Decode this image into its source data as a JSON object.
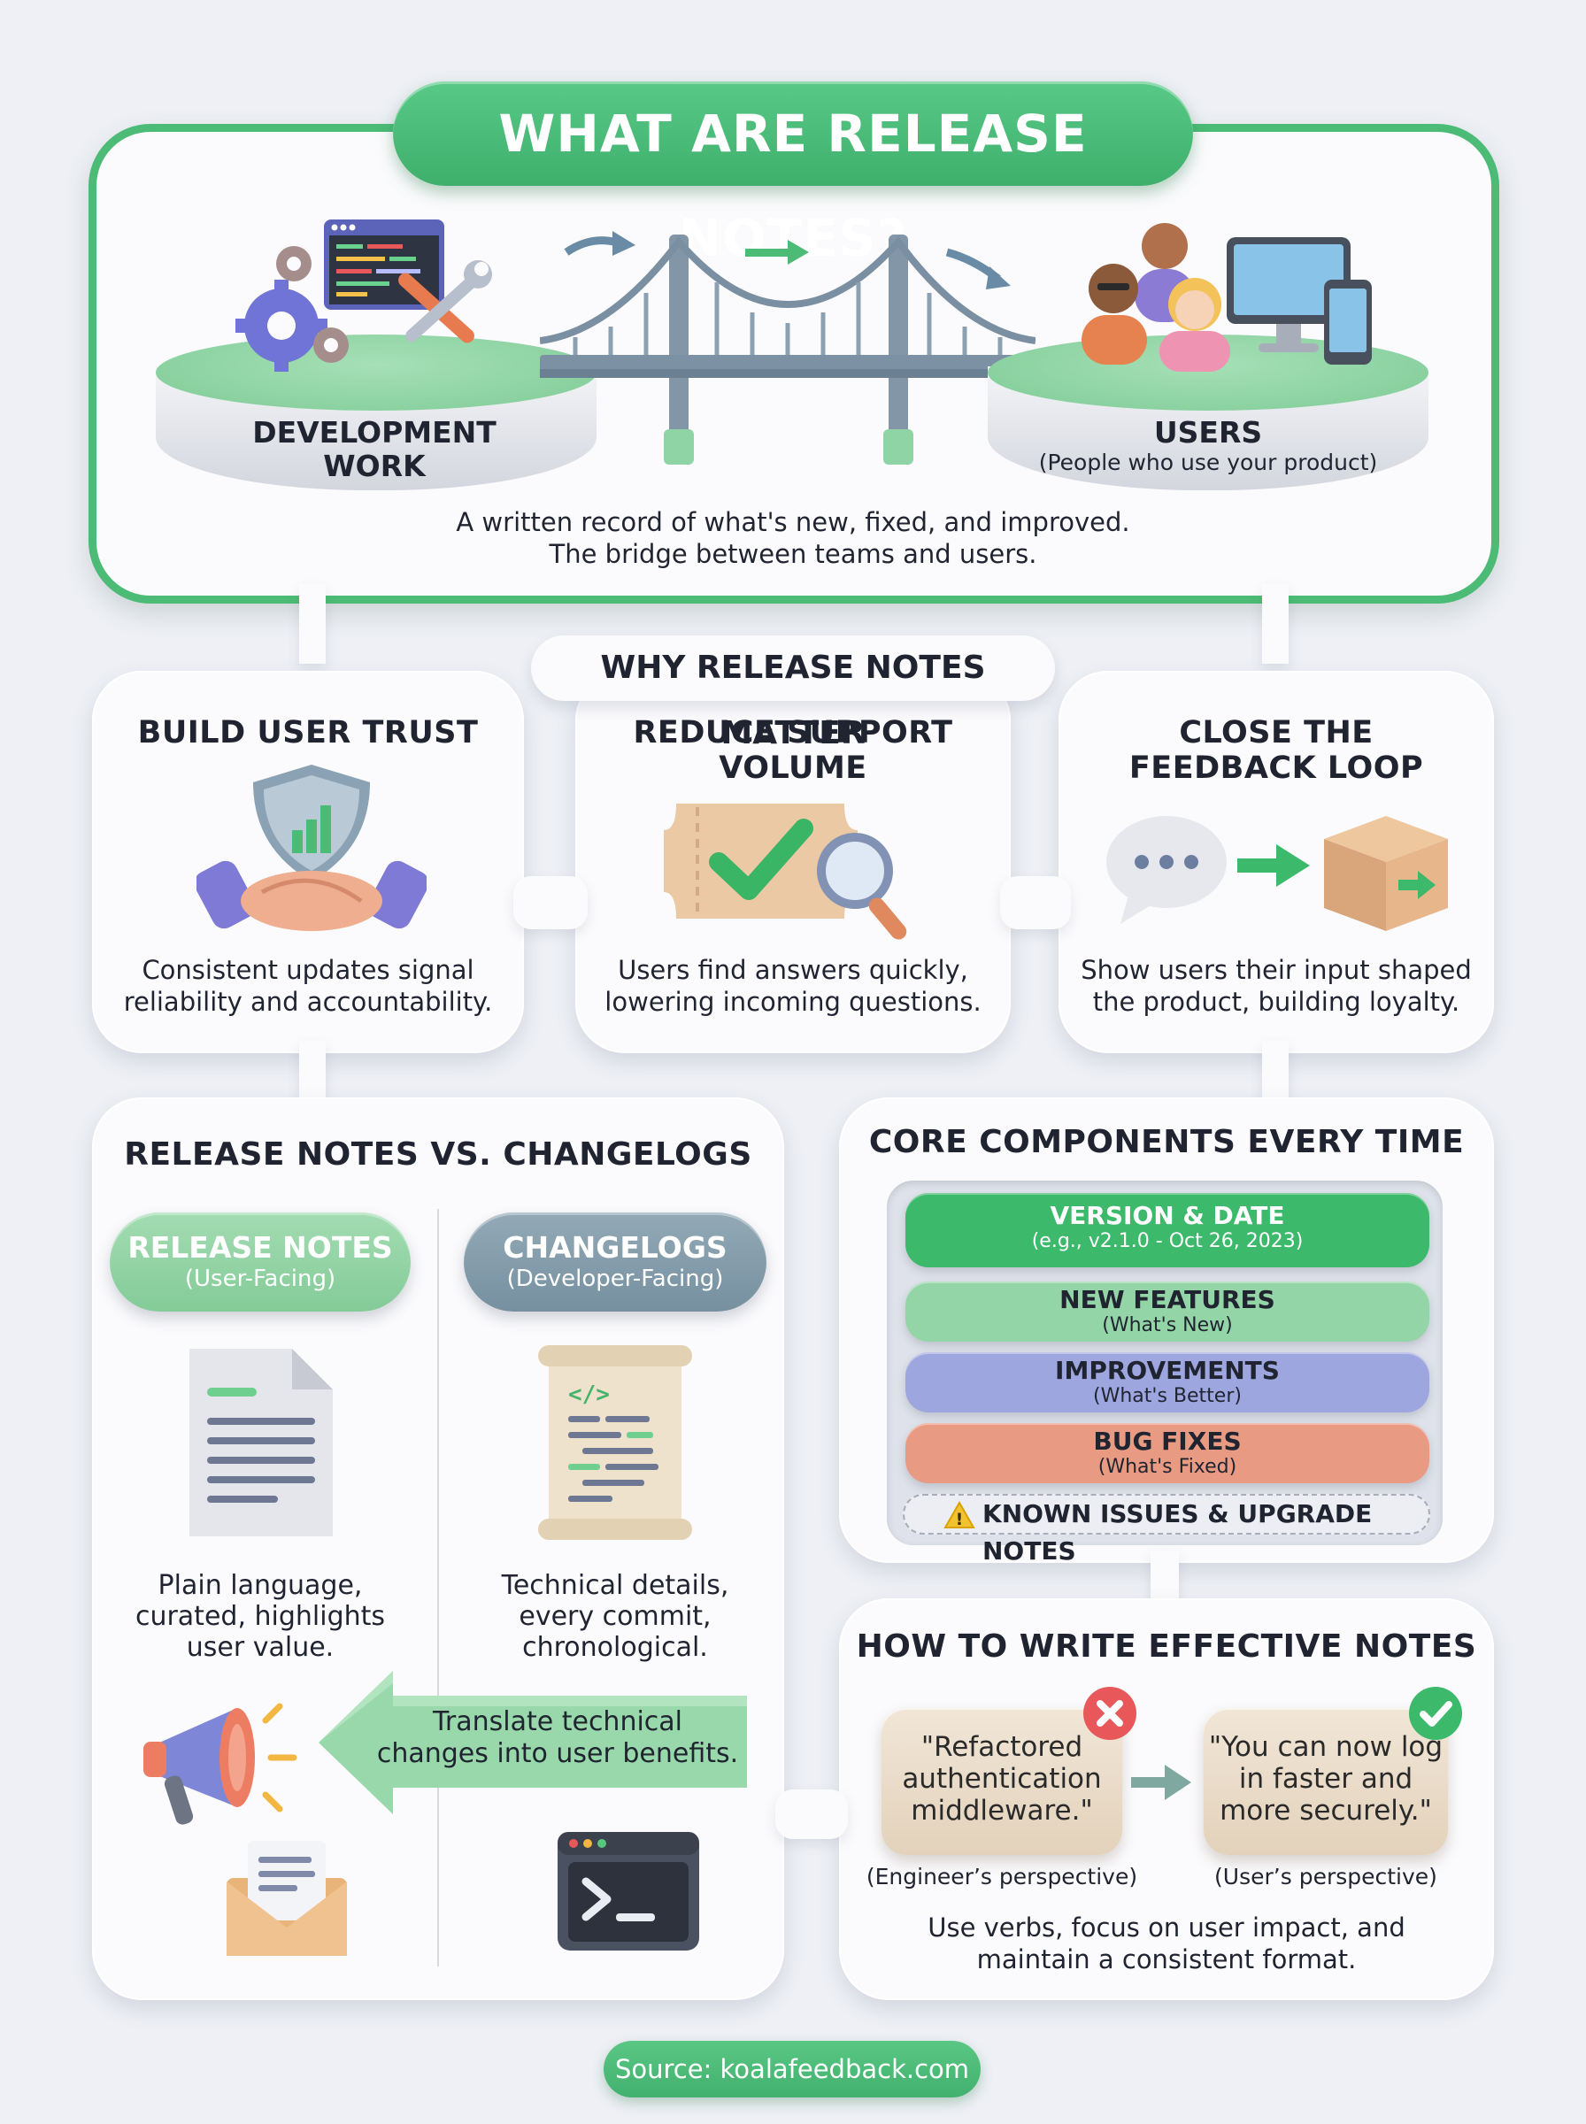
{
  "hero": {
    "title": "WHAT ARE RELEASE NOTES?",
    "dev_label_1": "DEVELOPMENT",
    "dev_label_2": "WORK",
    "users_label": "USERS",
    "users_sub": "(People who use your product)",
    "desc_1": "A written record of what's new, fixed, and improved.",
    "desc_2": "The bridge between teams and users."
  },
  "why": {
    "heading": "WHY RELEASE NOTES MATTER",
    "cards": [
      {
        "title_1": "BUILD USER TRUST",
        "title_2": "",
        "body_1": "Consistent updates signal",
        "body_2": "reliability and accountability."
      },
      {
        "title_1": "REDUCE SUPPORT",
        "title_2": "VOLUME",
        "body_1": "Users find answers quickly,",
        "body_2": "lowering incoming questions."
      },
      {
        "title_1": "CLOSE THE",
        "title_2": "FEEDBACK LOOP",
        "body_1": "Show users their input shaped",
        "body_2": "the product, building loyalty."
      }
    ]
  },
  "vs": {
    "heading": "RELEASE NOTES VS. CHANGELOGS",
    "left_pill": "RELEASE NOTES",
    "left_pill_sub": "(User-Facing)",
    "right_pill": "CHANGELOGS",
    "right_pill_sub": "(Developer-Facing)",
    "left_desc": [
      "Plain language,",
      "curated, highlights",
      "user value."
    ],
    "right_desc": [
      "Technical details,",
      "every commit,",
      "chronological."
    ],
    "arrow_text_1": "Translate technical",
    "arrow_text_2": "changes into user benefits."
  },
  "core": {
    "heading": "CORE COMPONENTS EVERY TIME",
    "items": [
      {
        "label": "VERSION & DATE",
        "sub": "(e.g., v2.1.0 - Oct 26, 2023)",
        "color": "#3cb96b"
      },
      {
        "label": "NEW FEATURES",
        "sub": "(What's New)",
        "color": "#93d5a6"
      },
      {
        "label": "IMPROVEMENTS",
        "sub": "(What's Better)",
        "color": "#9ea6e0"
      },
      {
        "label": "BUG FIXES",
        "sub": "(What's Fixed)",
        "color": "#e99a83"
      }
    ],
    "known_issues": "KNOWN ISSUES & UPGRADE NOTES",
    "warning_glyph": "!"
  },
  "howto": {
    "heading": "HOW TO WRITE EFFECTIVE NOTES",
    "bad_quote": [
      "\"Refactored",
      "authentication",
      "middleware.\""
    ],
    "good_quote": [
      "\"You can now log",
      "in faster and",
      "more securely.\""
    ],
    "bad_caption": "(Engineer’s perspective)",
    "good_caption": "(User’s perspective)",
    "tip_1": "Use verbs, focus on user impact, and",
    "tip_2": "maintain a consistent format."
  },
  "source": "Source: koalafeedback.com",
  "colors": {
    "brand_green": "#4cbb76",
    "slate": "#7f97a6",
    "error_red": "#e8585a"
  }
}
